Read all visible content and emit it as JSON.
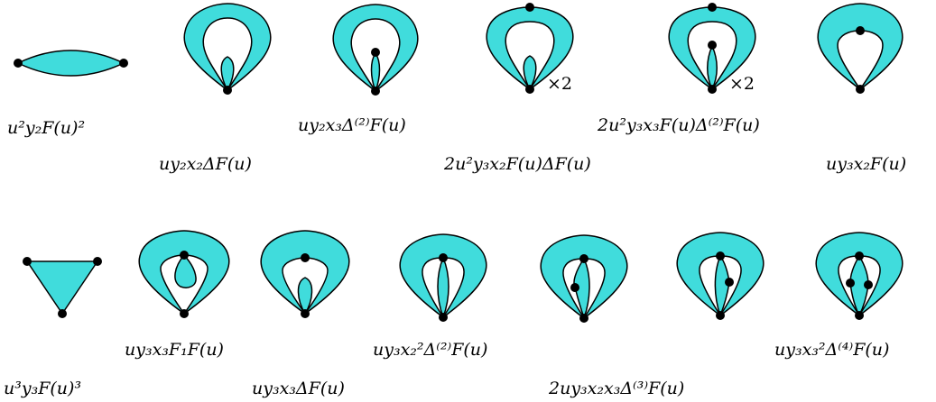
{
  "labels": {
    "d1": "u²y₂F(u)²",
    "d2": "uy₂x₂ΔF(u)",
    "d3": "uy₂x₃Δ⁽²⁾F(u)",
    "d4": "2u²y₃x₂F(u)ΔF(u)",
    "d5": "2u²y₃x₃F(u)Δ⁽²⁾F(u)",
    "d6": "uy₃x₂F(u)",
    "d7": "u³y₃F(u)³",
    "d8": "uy₃x₃F₁F(u)",
    "d9": "uy₃x₃ΔF(u)",
    "d10": "uy₃x₂²Δ⁽²⁾F(u)",
    "d11": "2uy₃x₂x₃Δ⁽³⁾F(u)",
    "d12": "uy₃x₃²Δ⁽⁴⁾F(u)"
  },
  "multipliers": {
    "d4": "×2",
    "d5": "×2"
  }
}
